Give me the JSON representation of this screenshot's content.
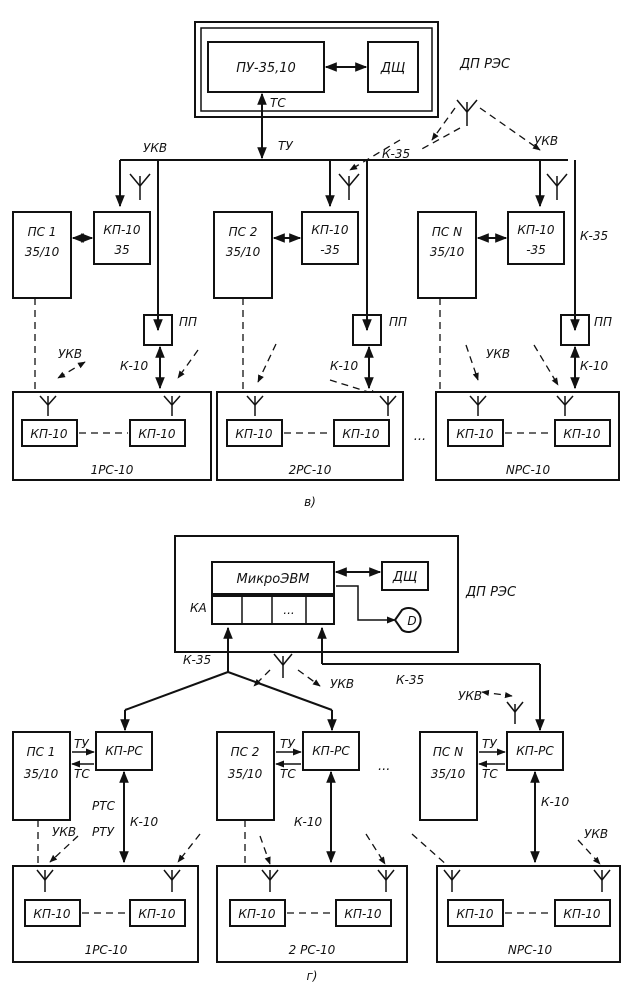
{
  "top": {
    "dp_label": "ДП РЭС",
    "pu_label": "ПУ-35,10",
    "dsh_label": "ДЩ",
    "ts_label": "ТС",
    "tu_label": "ТУ",
    "ukv_left": "УКВ",
    "ukv_right": "УКВ",
    "k35_label": "К-35",
    "k35_right": "К-35",
    "ps": [
      {
        "name": "ПС 1",
        "sub": "35/10"
      },
      {
        "name": "ПС 2",
        "sub": "35/10"
      },
      {
        "name": "ПС N",
        "sub": "35/10"
      }
    ],
    "kp": [
      {
        "name": "КП-10",
        "sub": "35"
      },
      {
        "name": "КП-10",
        "sub": "-35"
      },
      {
        "name": "КП-10",
        "sub": "-35"
      }
    ],
    "pp_label": "ПП",
    "k10_label": "К-10",
    "ukv_bottom": "УКВ",
    "kp10": "КП-10",
    "rs": [
      "1РС-10",
      "2РС-10",
      "NРС-10"
    ],
    "ellipsis": "...",
    "caption": "в)"
  },
  "bottom": {
    "dp_label": "ДП РЭС",
    "micro_label": "МикроЭВМ",
    "dsh_label": "ДЩ",
    "d_label": "D",
    "ka_label": "КА",
    "ka_dots": "...",
    "k35_left": "К-35",
    "k35_right": "К-35",
    "ukv_center": "УКВ",
    "ukv_right": "УКВ",
    "ps": [
      {
        "name": "ПС 1",
        "sub": "35/10"
      },
      {
        "name": "ПС 2",
        "sub": "35/10"
      },
      {
        "name": "ПС N",
        "sub": "35/10"
      }
    ],
    "kprs": "КП-РС",
    "tu_label": "ТУ",
    "ts_label": "ТС",
    "rts": "РТС",
    "rtu": "РТУ",
    "k10_label": "К-10",
    "ukv_left": "УКВ",
    "ukv_far": "УКВ",
    "kp10": "КП-10",
    "rs": [
      "1РС-10",
      "2 РС-10",
      "NРС-10"
    ],
    "ellipsis": "...",
    "caption": "г)"
  }
}
